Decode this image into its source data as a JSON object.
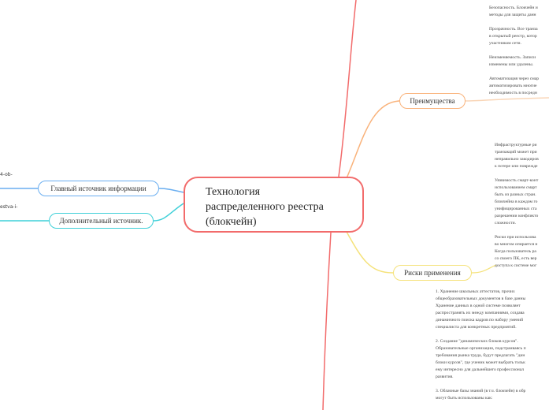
{
  "central": {
    "lines": [
      "Технология",
      "распределенного реестра",
      "(блокчейн)"
    ]
  },
  "branches": {
    "advantages": {
      "label": "Преимущества",
      "color": "#f9b27a"
    },
    "risks": {
      "label": "Риски применения",
      "color": "#f5e27a"
    },
    "main_source": {
      "label": "Главный источник информации",
      "color": "#6aaef0"
    },
    "extra_source": {
      "label": "Дополнительный источник.",
      "color": "#3fd0d8"
    }
  },
  "stubs": {
    "main": "4-ob-",
    "extra": "estva-i-"
  },
  "advantages_text": [
    [
      "Безопасность. Блокчейн и",
      "методы для защиты данн"
    ],
    [
      "Прозрачность. Все транза",
      "в открытый реестр, котор",
      "участником сети."
    ],
    [
      "Неизменяемость. Записи",
      "изменены или удалены."
    ],
    [
      "Автоматизация через смар",
      "автоматизировать многие",
      "необходимость в посредн"
    ]
  ],
  "risks_text": [
    [
      "Инфраструктурные ри",
      "транзакций может при",
      "неправильно закодиров",
      "к потере или поврежде"
    ],
    [
      "Уязвимость смарт-конт",
      "использованием смарт",
      "быть из разных стран.",
      "блокчейна в каждом го",
      "унифицированных ста",
      "разрешении конфликто",
      "сложности."
    ],
    [
      "Риски при использова",
      "во многом опирается н",
      "Когда пользователь ра",
      "со своего ПК, есть вер",
      "доступа к системе мог"
    ]
  ],
  "education_text": [
    [
      "1. Хранение школьных аттестатов, прочих",
      "общеобразовательных документов в базе данны",
      "Хранение данных в одной системе позволяет",
      "распространять их между компаниями, создава",
      "динамичного поиска кадров по набору умений",
      "специалиста для конкретных предприятий."
    ],
    [
      "2. Создание \"динамических блоков курсов\".",
      "Образовательные организации, подстраиваясь п",
      "требования рынка труда, будут предлагать \"дин",
      "блоки курсов\", где ученик может выбрать тольк",
      "ему интересно для дальнейшего профессионал",
      "развития."
    ],
    [
      "3. Облачные базы знаний (в т.ч. блокчейн) в обр",
      "могут быть использованы как:"
    ]
  ]
}
